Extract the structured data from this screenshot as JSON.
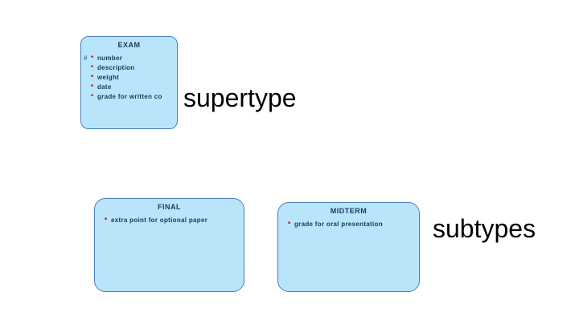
{
  "labels": {
    "supertype": "supertype",
    "subtypes": "subtypes"
  },
  "entities": {
    "exam": {
      "title": "EXAM",
      "attributes": [
        {
          "hash": "#",
          "star": "*",
          "text": "number"
        },
        {
          "hash": "",
          "star": "*",
          "text": "description"
        },
        {
          "hash": "",
          "star": "*",
          "text": "weight"
        },
        {
          "hash": "",
          "star": "*",
          "text": "date"
        },
        {
          "hash": "",
          "star": "*",
          "text": "grade for written co"
        }
      ]
    },
    "final": {
      "title": "FINAL",
      "attributes": [
        {
          "hash": "",
          "star": "*",
          "text": "extra point for optional paper"
        }
      ]
    },
    "midterm": {
      "title": "MIDTERM",
      "attributes": [
        {
          "hash": "",
          "star": "*",
          "text": "grade for oral presentation"
        }
      ]
    }
  },
  "colors": {
    "box_fill": "#b9e5fb",
    "box_border": "#4a7ebb",
    "title_text": "#1f3864",
    "attribute_text": "#17375e",
    "required_star": "#c00000",
    "hash_marker": "#2e75b6",
    "label_text": "#000000"
  }
}
